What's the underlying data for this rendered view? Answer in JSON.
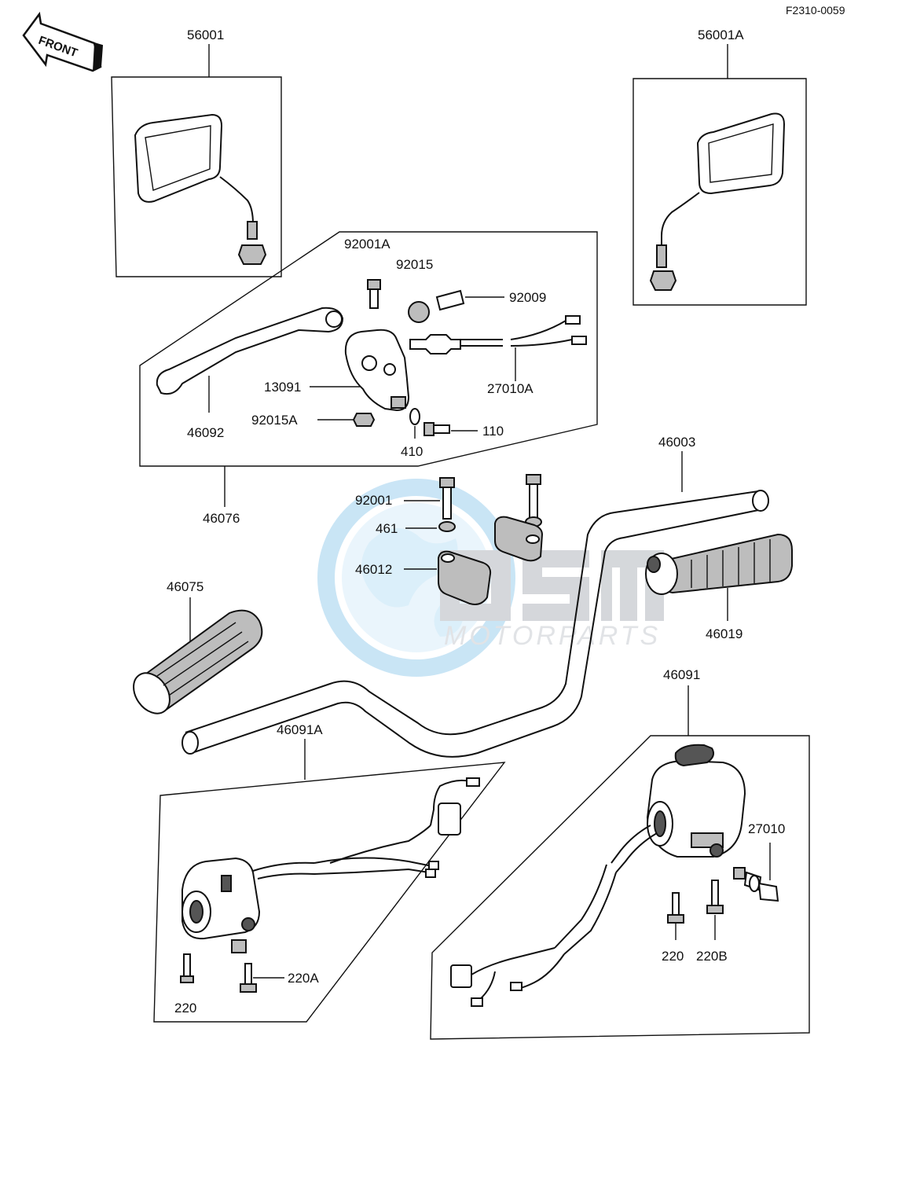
{
  "diagram": {
    "code": "F2310-0059",
    "front_label": "FRONT",
    "watermark": {
      "brand": "OSM",
      "sub": "MOTORPARTS"
    },
    "parts": {
      "mirror_left": "56001",
      "mirror_right": "56001A",
      "bolt_lever": "92001A",
      "nut_cap": "92015",
      "switch_stop": "92009",
      "lever": "46092",
      "holder": "13091",
      "nut": "92015A",
      "washer": "410",
      "bolt_holder": "110",
      "stop_switch_lead": "27010A",
      "lever_assembly": "46076",
      "handlebar": "46003",
      "clamp_bolt": "92001",
      "clamp_washer": "461",
      "clamp": "46012",
      "grip_left": "46075",
      "grip_right": "46019",
      "switch_right": "46091",
      "switch_left": "46091A",
      "switch_stop_right": "27010",
      "screw_left_a": "220",
      "screw_left_b": "220A",
      "screw_right_a": "220",
      "screw_right_b": "220B"
    }
  }
}
